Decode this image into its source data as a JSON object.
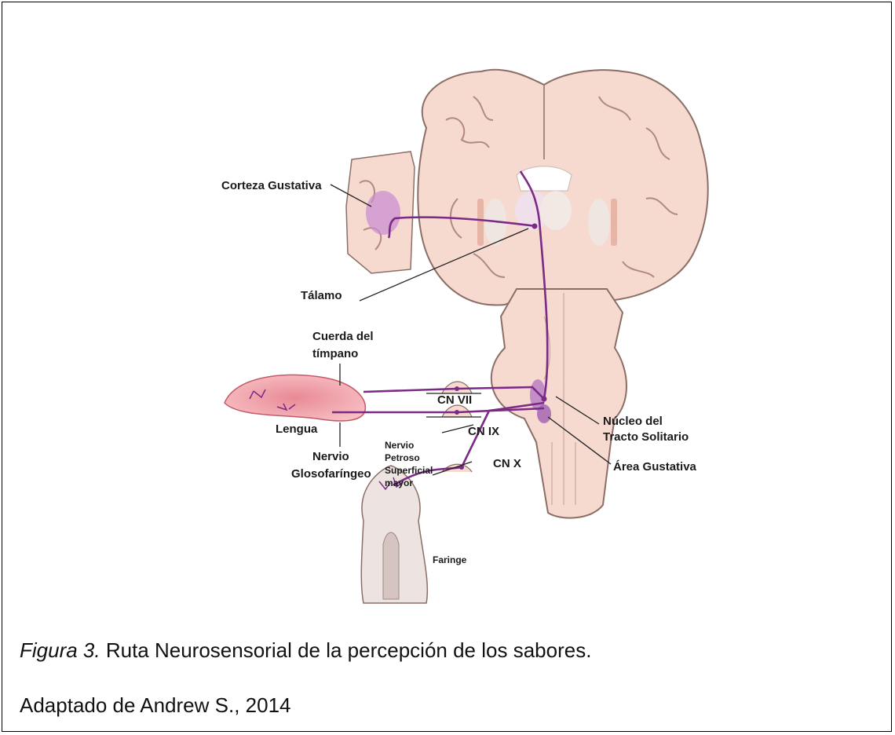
{
  "labels": {
    "corteza": "Corteza Gustativa",
    "talamo": "Tálamo",
    "cuerda_1": "Cuerda del",
    "cuerda_2": "tímpano",
    "lengua": "Lengua",
    "glosofaringeo_1": "Nervio",
    "glosofaringeo_2": "Glosofaríngeo",
    "petroso_1": "Nervio",
    "petroso_2": "Petroso",
    "petroso_3": "Superficial",
    "petroso_4": "mayor",
    "cn7": "CN VII",
    "cn9": "CN IX",
    "cn10": "CN X",
    "nucleo_1": "Núcleo del",
    "nucleo_2": "Tracto Solitario",
    "area": "Área Gustativa",
    "faringe": "Faringe"
  },
  "caption": {
    "figure_label": "Figura 3.",
    "text": " Ruta Neurosensorial de la percepción de los sabores."
  },
  "credit": "Adaptado de Andrew S., 2014",
  "colors": {
    "brain_fill": "#f6d9cf",
    "brain_stroke": "#8b6f66",
    "tract": "#7b2a86",
    "nucleus": "#b77bc3",
    "tongue": "#f2a0a8"
  }
}
